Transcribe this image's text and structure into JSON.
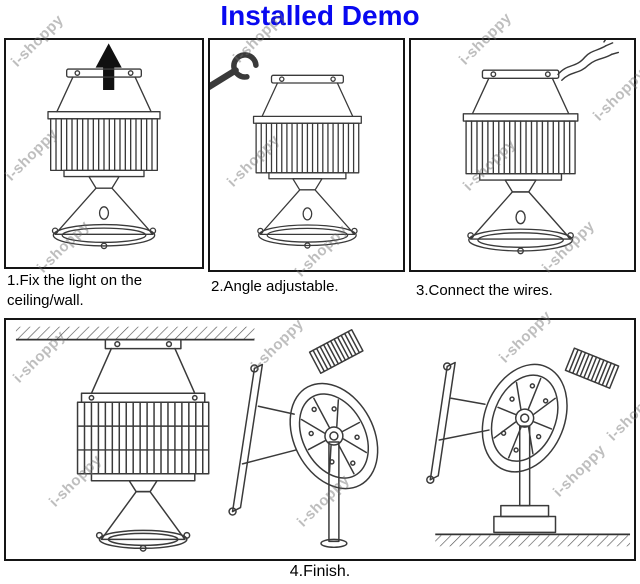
{
  "title": "Installed Demo",
  "colors": {
    "title_blue": "#0808f0",
    "panel_border": "#151515",
    "line_art": "#3a3a3a",
    "watermark_gray": "#a6a6a6"
  },
  "watermark": {
    "text": "i-shoppy"
  },
  "steps": [
    {
      "id": 1,
      "caption": "1.Fix the light on the ceiling/wall.",
      "icon": "up-arrow-icon"
    },
    {
      "id": 2,
      "caption": "2.Angle adjustable.",
      "icon": "wrench-icon"
    },
    {
      "id": 3,
      "caption": "3.Connect the wires.",
      "icon": "wires-icon"
    },
    {
      "id": 4,
      "caption": "4.Finish.",
      "icon": "mounted-floodlight"
    }
  ]
}
